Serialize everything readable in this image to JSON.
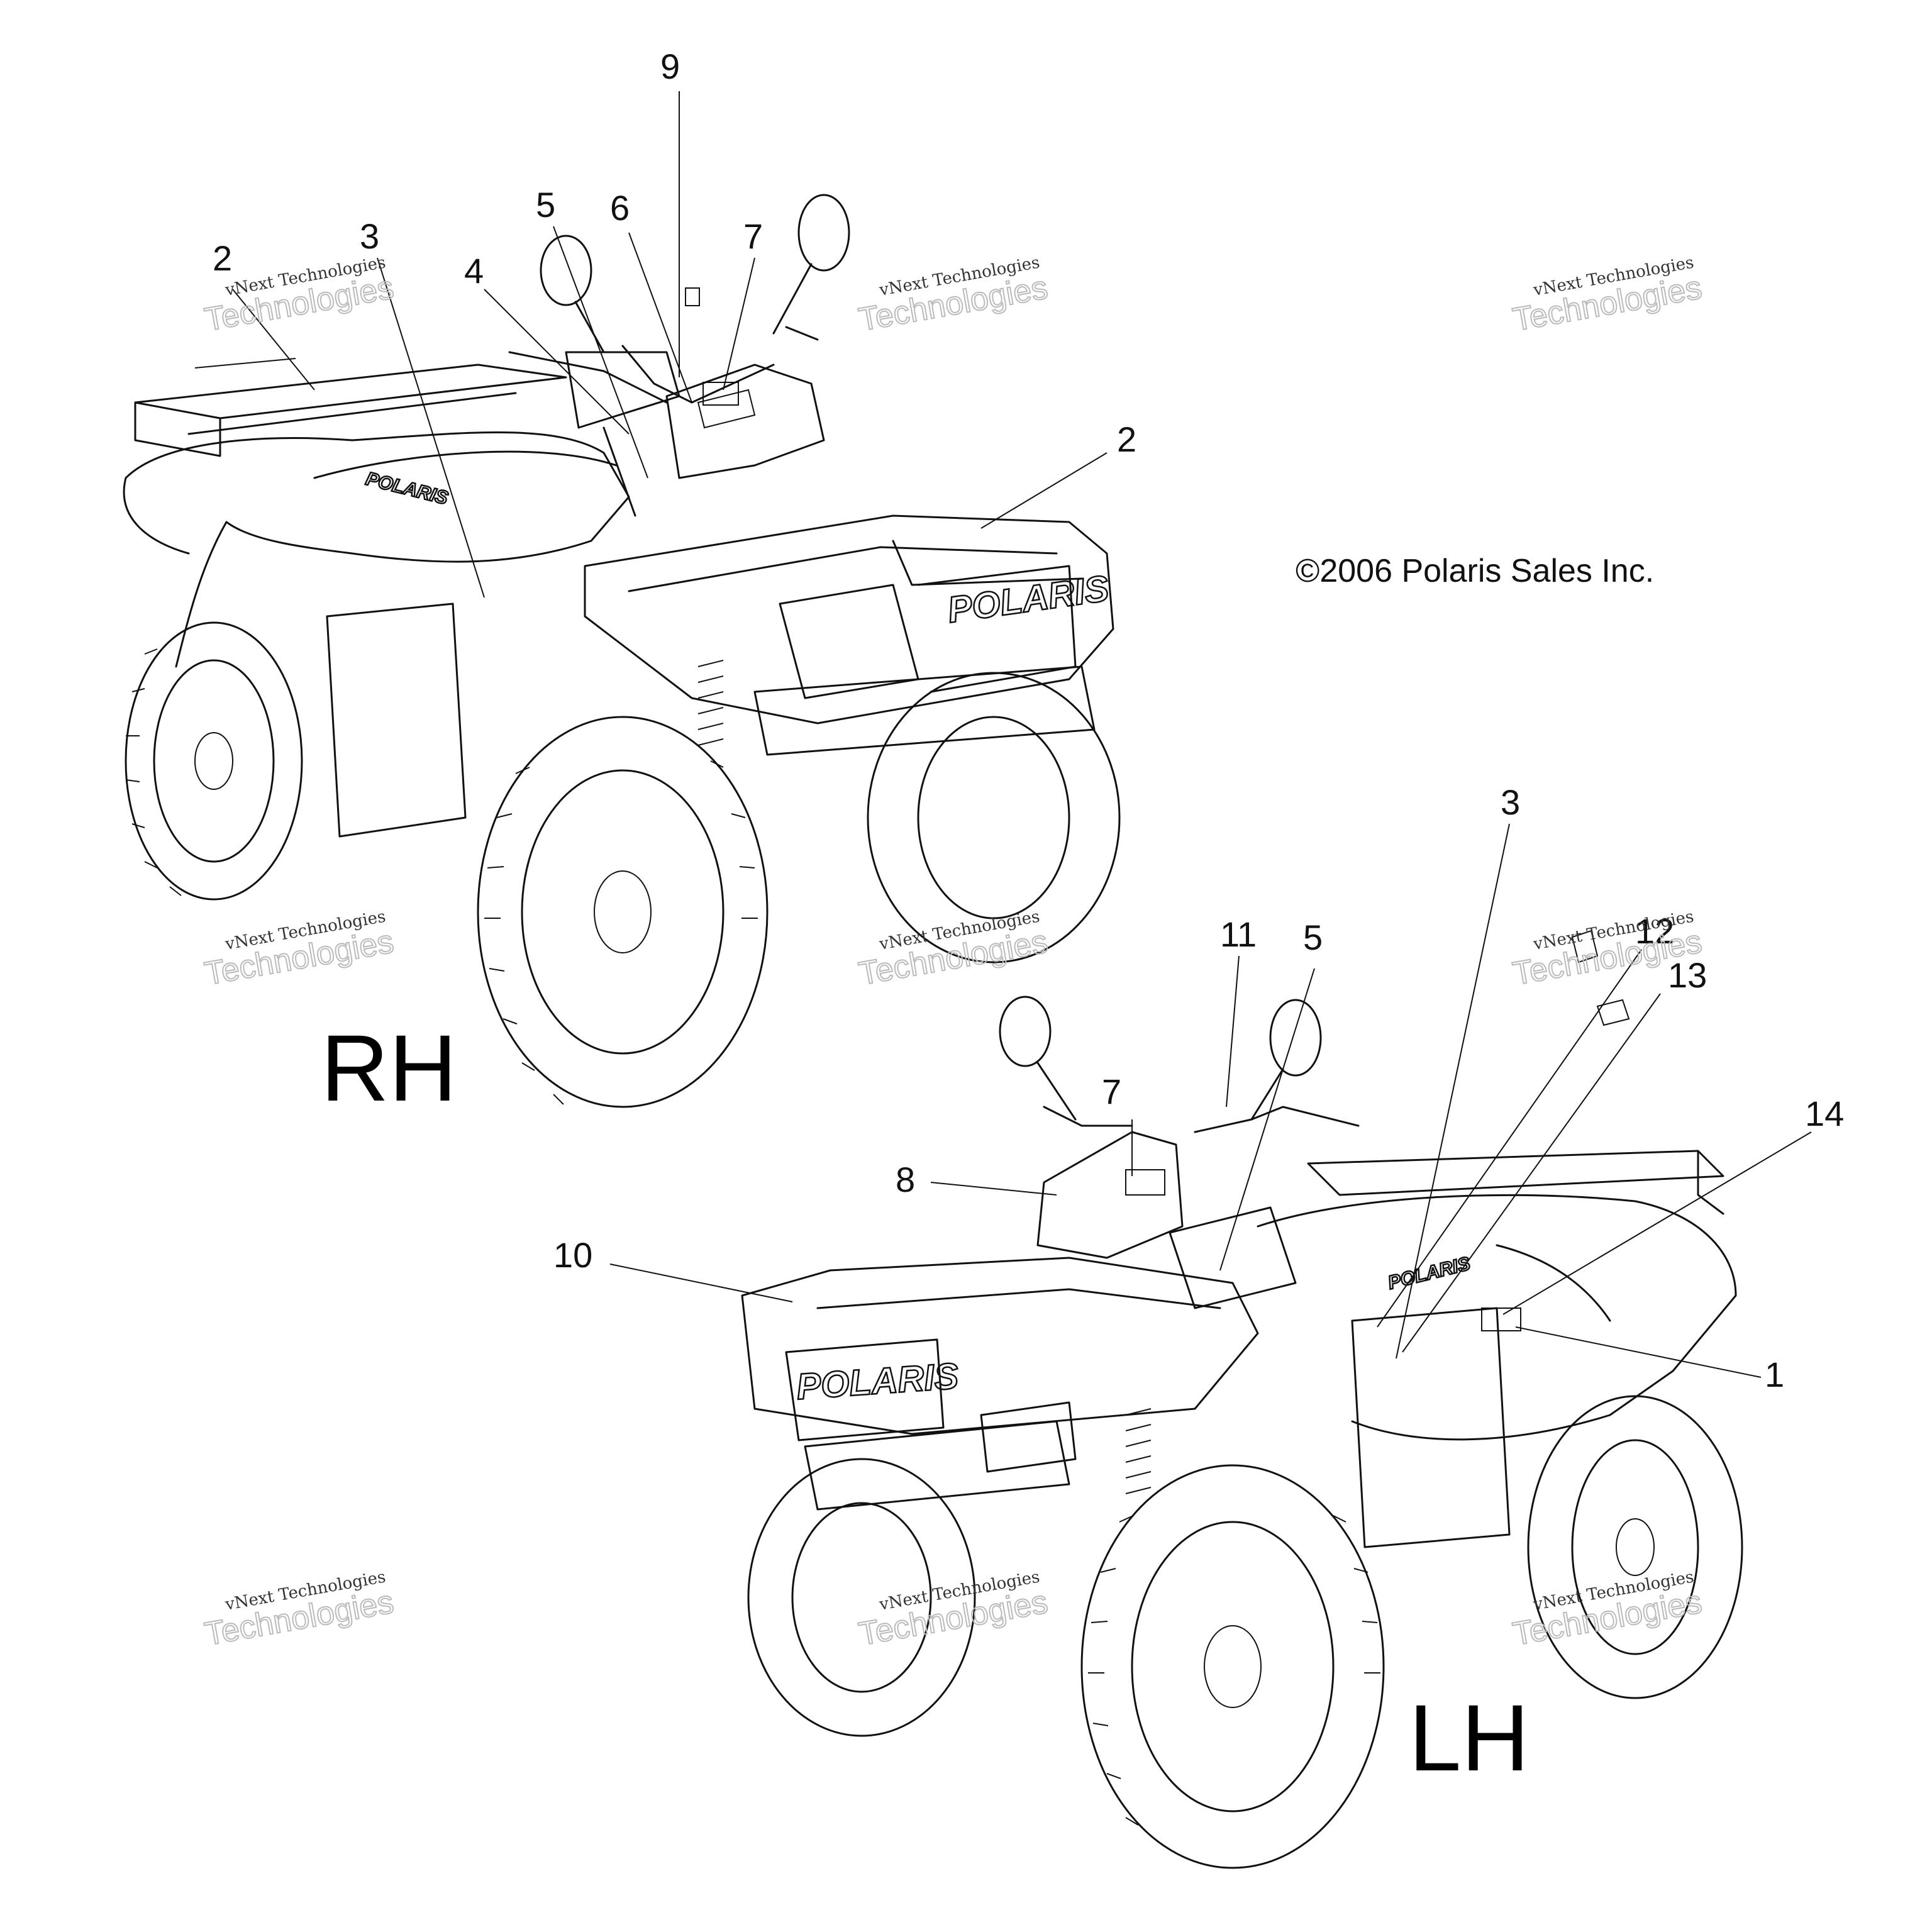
{
  "copyright": "©2006 Polaris Sales Inc.",
  "views": {
    "rh_label": "RH",
    "lh_label": "LH"
  },
  "brand_logo_text": "POLARIS",
  "watermark": {
    "line1": "vNext Technologies",
    "line2": "Technologies"
  },
  "callouts_rh": [
    "2",
    "3",
    "4",
    "5",
    "6",
    "9",
    "7",
    "2"
  ],
  "callouts_lh": [
    "3",
    "11",
    "5",
    "12",
    "13",
    "7",
    "14",
    "8",
    "10",
    "1"
  ]
}
